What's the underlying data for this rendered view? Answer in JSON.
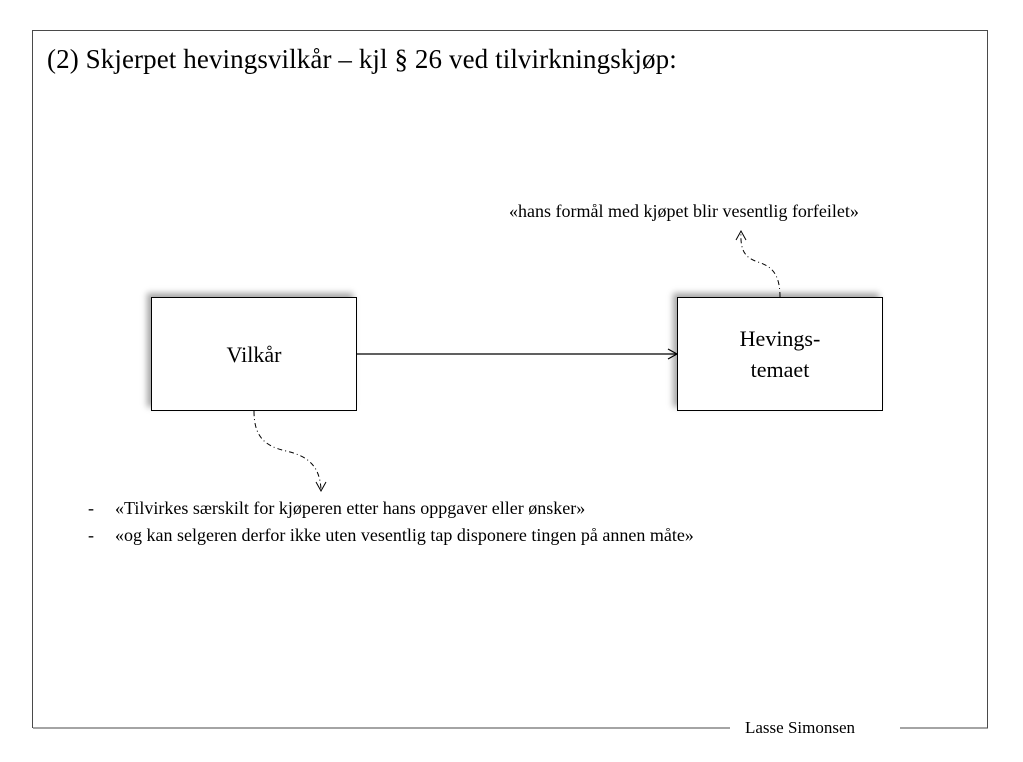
{
  "title": "(2)  Skjerpet hevingsvilkår – kjl § 26 ved tilvirkningskjøp:",
  "boxes": {
    "left": "Vilkår",
    "right_line1": "Hevings-",
    "right_line2": "temaet"
  },
  "quote_top": "«hans formål med kjøpet blir vesentlig forfeilet»",
  "bullets": [
    "«Tilvirkes særskilt for kjøperen etter hans oppgaver eller ønsker»",
    "«og kan selgeren derfor ikke uten vesentlig tap disponere tingen på annen måte»"
  ],
  "bullet_marker": "-",
  "footer": "Lasse Simonsen"
}
